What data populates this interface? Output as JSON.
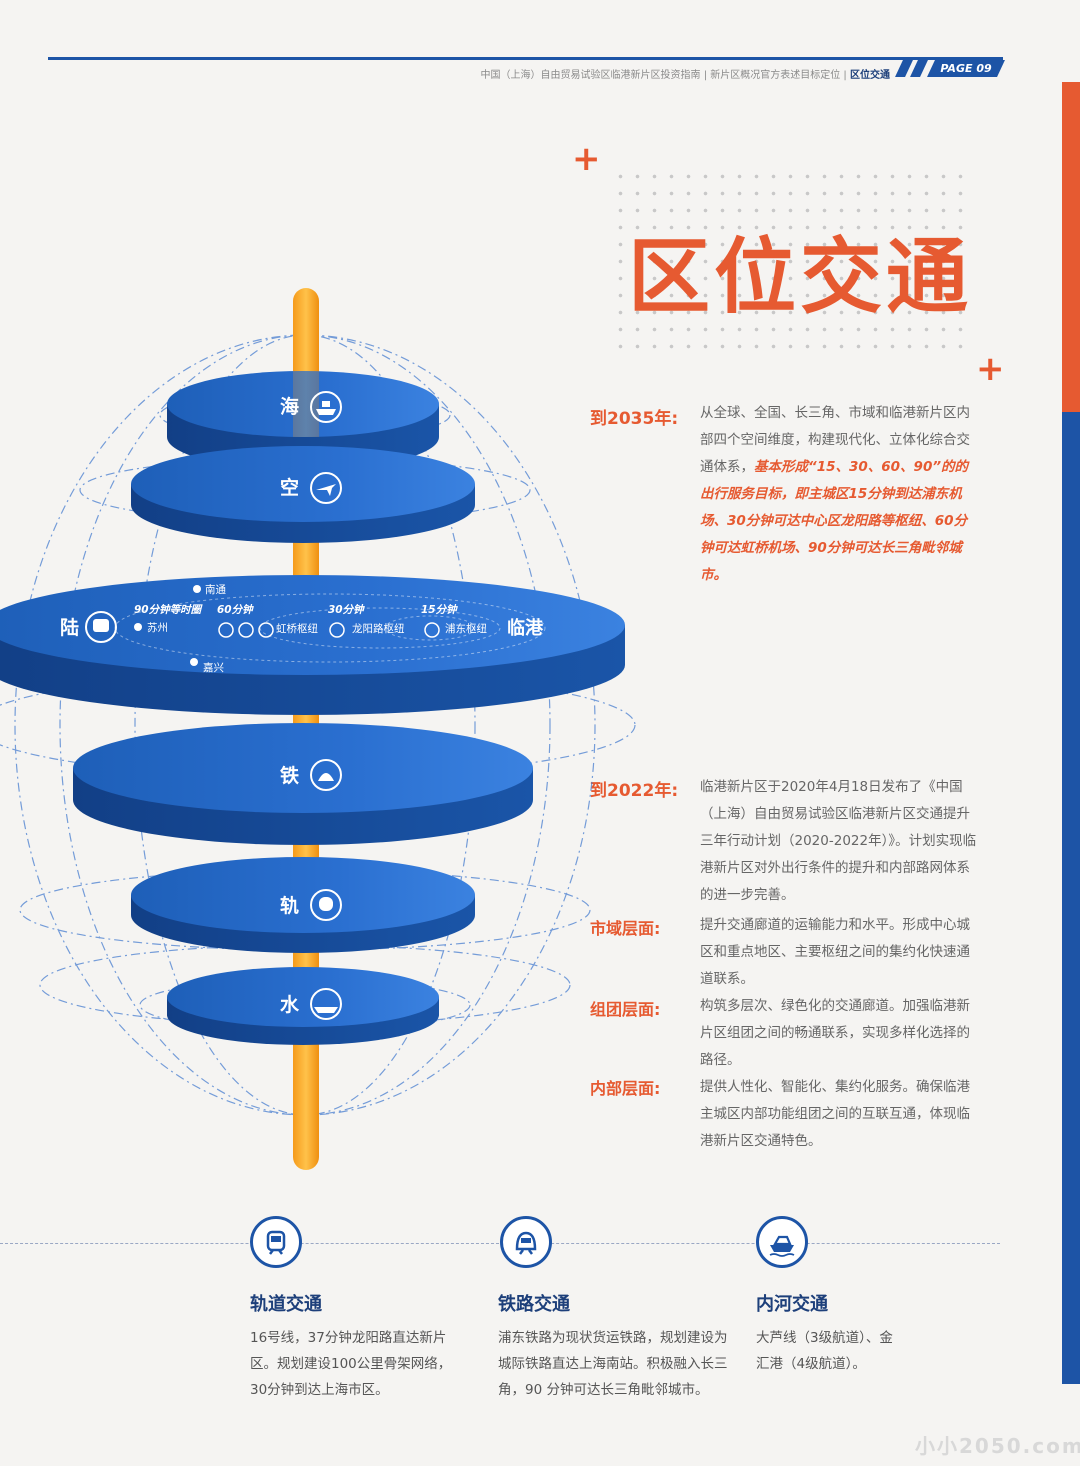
{
  "header": {
    "breadcrumb": "中国（上海）自由贸易试验区临港新片区投资指南 | 新片区概况官方表述目标定位 |",
    "section": "区位交通",
    "page": "PAGE 09"
  },
  "title": "区位交通",
  "sections": {
    "y2035": {
      "label": "到2035年:",
      "text_plain": "从全球、全国、长三角、市域和临港新片区内部四个空间维度，构建现代化、立体化综合交通体系，",
      "text_highlight": "基本形成“15、30、60、90”的的出行服务目标，即主城区15分钟到达浦东机场、30分钟可达中心区龙阳路等枢纽、60分钟可达虹桥机场、90分钟可达长三角毗邻城市。"
    },
    "y2022": {
      "label": "到2022年:",
      "text": "临港新片区于2020年4月18日发布了《中国（上海）自由贸易试验区临港新片区交通提升三年行动计划（2020-2022年）》。计划实现临港新片区对外出行条件的提升和内部路网体系的进一步完善。"
    },
    "city": {
      "label": "市域层面:",
      "text": "提升交通廊道的运输能力和水平。形成中心城区和重点地区、主要枢纽之间的集约化快速通道联系。"
    },
    "cluster": {
      "label": "组团层面:",
      "text": "构筑多层次、绿色化的交通廊道。加强临港新片区组团之间的畅通联系，实现多样化选择的路径。"
    },
    "internal": {
      "label": "内部层面:",
      "text": "提供人性化、智能化、集约化服务。确保临港主城区内部功能组团之间的互联互通，体现临港新片区交通特色。"
    }
  },
  "diagram": {
    "layers": {
      "sea": "海",
      "air": "空",
      "land": "陆",
      "iron": "铁",
      "rail": "轨",
      "water": "水"
    },
    "land_disc": {
      "t90": "90分钟等时圈",
      "t60": "60分钟",
      "t30": "30分钟",
      "t15": "15分钟",
      "nantong": "南通",
      "suzhou": "苏州",
      "jiaxing": "嘉兴",
      "hongqiao": "虹桥枢纽",
      "longyang": "龙阳路枢纽",
      "pudong": "浦东枢纽",
      "lingang": "临港"
    }
  },
  "features": [
    {
      "title": "轨道交通",
      "text": "16号线，37分钟龙阳路直达新片区。规划建设100公里骨架网络，30分钟到达上海市区。",
      "icon": "metro-train-icon"
    },
    {
      "title": "铁路交通",
      "text": "浦东铁路为现状货运铁路，规划建设为城际铁路直达上海南站。积极融入长三角，90 分钟可达长三角毗邻城市。",
      "icon": "high-speed-train-icon"
    },
    {
      "title": "内河交通",
      "text": "大芦线（3级航道）、金汇港（4级航道）。",
      "icon": "ship-icon"
    }
  ],
  "watermark": "小小2050.com",
  "colors": {
    "accent": "#e65a31",
    "brand": "#1d54a6",
    "pole": "#f5a524"
  }
}
